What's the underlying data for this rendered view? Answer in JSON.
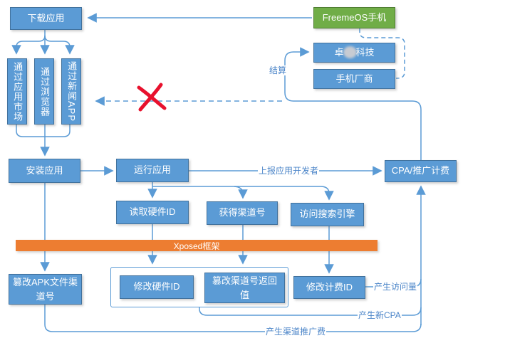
{
  "diagram": {
    "title": "FreemeOS channel-fraud flow diagram",
    "nodes": {
      "download_app": {
        "label": "下载应用"
      },
      "via_market": {
        "label": "通过应用市场"
      },
      "via_browser": {
        "label": "通过浏览器"
      },
      "via_news": {
        "label": "通过新闻APP"
      },
      "freemeos": {
        "label": "FreemeOS手机"
      },
      "zhuo_tech": {
        "label_prefix": "卓",
        "label_suffix": "科技",
        "censored": true
      },
      "vendor": {
        "label": "手机厂商"
      },
      "install_app": {
        "label": "安装应用"
      },
      "run_app": {
        "label": "运行应用"
      },
      "read_hwid": {
        "label": "读取硬件ID"
      },
      "get_channel": {
        "label": "获得渠道号"
      },
      "visit_search": {
        "label": "访问搜索引擎"
      },
      "cpa": {
        "label": "CPA/推广计费"
      },
      "xposed_bar": {
        "label": "Xposed框架"
      },
      "tamper_apk": {
        "label": "篡改APK文件渠道号"
      },
      "modify_hwid": {
        "label": "修改硬件ID"
      },
      "tamper_channel_return": {
        "label": "篡改渠道号返回值"
      },
      "modify_billing": {
        "label": "修改计费ID"
      }
    },
    "edge_labels": {
      "settle": "结算",
      "report": "上报应用开发者",
      "traffic": "产生访问量",
      "new_cpa": "产生新CPA",
      "channel_fee": "产生渠道推广费"
    },
    "colors": {
      "node_blue": "#5B9BD5",
      "node_blue_border": "#41719C",
      "node_green": "#70AD47",
      "node_green_border": "#507E32",
      "bar_orange": "#ED7D31",
      "line_blue": "#5B9BD5",
      "label_blue": "#4A84C8",
      "cross_red": "#E8112D"
    }
  }
}
